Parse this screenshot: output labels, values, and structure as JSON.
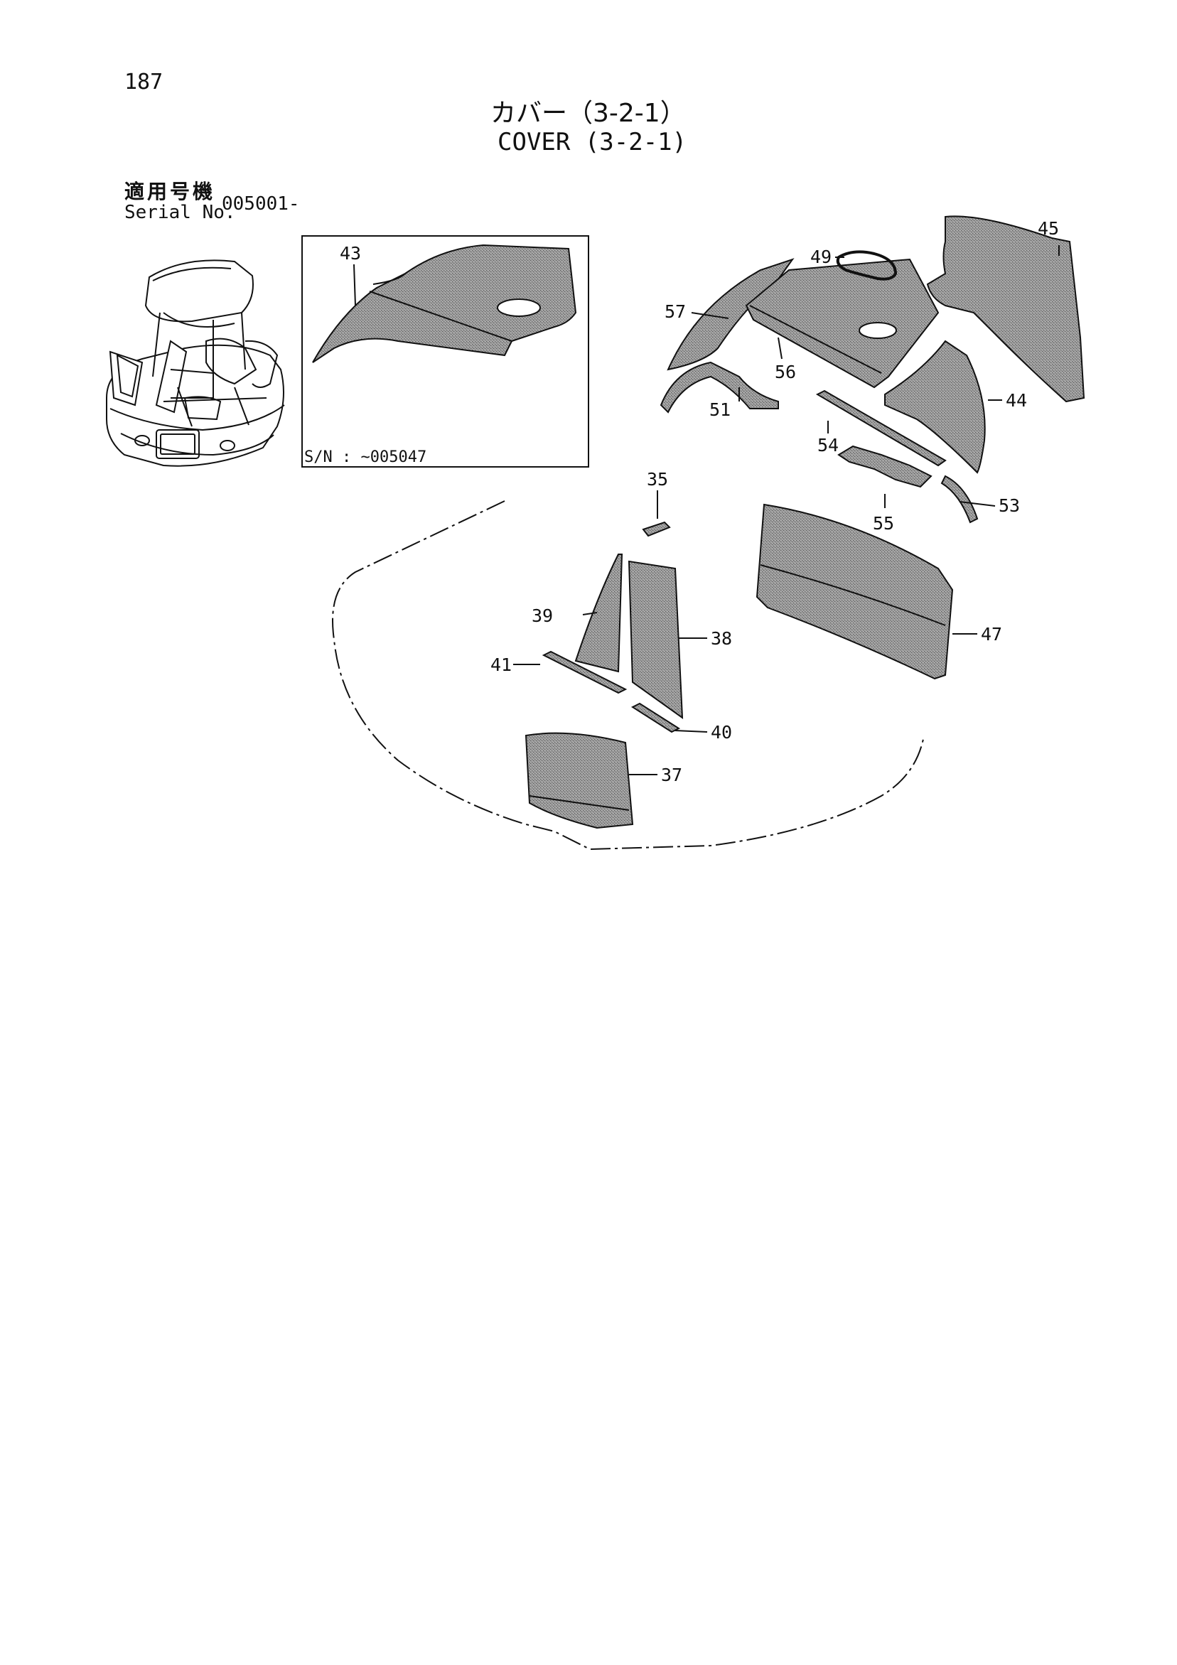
{
  "page": {
    "number": "187",
    "title_jp": "カバー（3-2-1）",
    "title_en": "COVER (3-2-1)"
  },
  "serial": {
    "label_jp": "適用号機",
    "label_en": "Serial No.",
    "value": "005001-"
  },
  "inset": {
    "note": "S/N : ~005047",
    "callout": "43"
  },
  "callouts": {
    "c35": "35",
    "c37": "37",
    "c38": "38",
    "c39": "39",
    "c40": "40",
    "c41": "41",
    "c44": "44",
    "c45": "45",
    "c47": "47",
    "c49": "49",
    "c51": "51",
    "c53": "53",
    "c54": "54",
    "c55": "55",
    "c56": "56",
    "c57": "57"
  },
  "colors": {
    "ink": "#111111",
    "part_fill": "#8a8a8a",
    "part_dark": "#5a5a5a"
  }
}
